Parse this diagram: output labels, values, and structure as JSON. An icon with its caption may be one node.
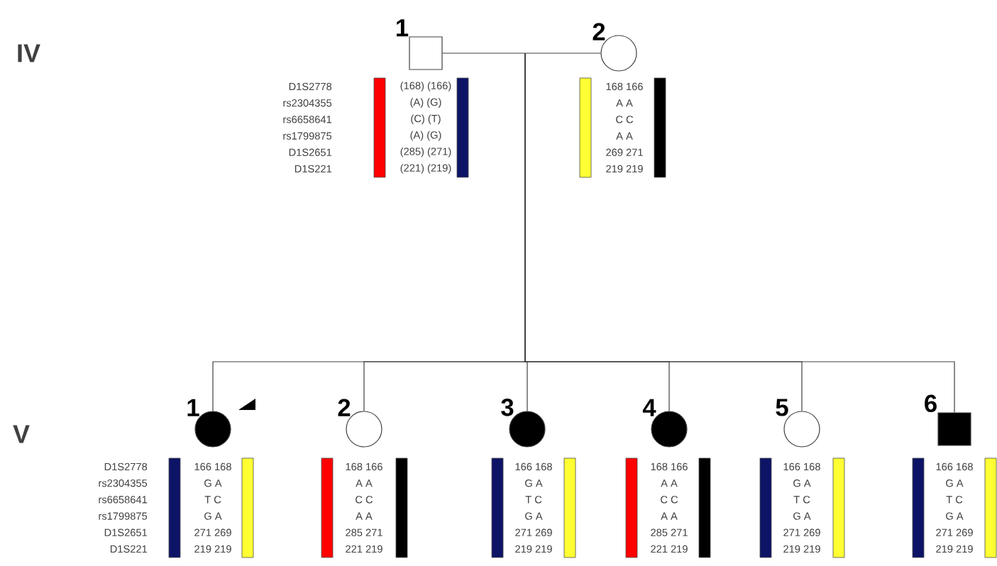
{
  "diagram": {
    "nodes": [
      {
        "text": [
          "1"
        ],
        "beside": [
          "(168) (166)",
          "(A) (G)",
          "(C) (T)",
          "(A) (G)",
          "(285) (271)",
          "(221) (219)"
        ]
      },
      {
        "text": [
          "2"
        ],
        "beside": [
          "168 166",
          "A A",
          "C C",
          "A A",
          "269 271",
          "219 219"
        ]
      },
      {
        "text": [
          "1"
        ],
        "beside": [
          "166 168",
          "G A",
          "T C",
          "G A",
          "271 269",
          "219 219"
        ]
      },
      {
        "text": [
          "2"
        ],
        "beside": [
          "168 166",
          "A A",
          "C C",
          "A A",
          "285 271",
          "221 219"
        ]
      },
      {
        "text": [
          "3"
        ],
        "beside": [
          "166 168",
          "G A",
          "T C",
          "G A",
          "271 269",
          "219 219"
        ]
      },
      {
        "text": [
          "4"
        ],
        "beside": [
          "168 166",
          "A A",
          "C C",
          "A A",
          "285 271",
          "221 219"
        ]
      },
      {
        "text": [
          "5"
        ],
        "beside": [
          "166 168",
          "G A",
          "T C",
          "G A",
          "271 269",
          "219 219"
        ]
      },
      {
        "text": [
          "6"
        ],
        "beside": [
          "166 168",
          "G A",
          "T C",
          "G A",
          "271 269",
          "219 219"
        ]
      },
      {
        "text": [],
        "shape": "bar"
      },
      {
        "text": [],
        "shape": "bar"
      },
      {
        "text": [],
        "shape": "bar"
      },
      {
        "text": [],
        "shape": "bar"
      },
      {
        "text": [],
        "shape": "bar"
      },
      {
        "text": [],
        "shape": "bar"
      },
      {
        "text": [],
        "shape": "bar"
      },
      {
        "text": [],
        "shape": "bar"
      },
      {
        "text": [],
        "shape": "bar"
      },
      {
        "text": [],
        "shape": "bar"
      },
      {
        "text": [],
        "shape": "bar"
      },
      {
        "text": [],
        "shape": "bar"
      },
      {
        "text": [],
        "shape": "bar"
      },
      {
        "text": [],
        "shape": "bar"
      },
      {
        "text": [],
        "shape": "bar"
      },
      {
        "text": [],
        "shape": "bar"
      }
    ],
    "edges": [
      {
        "from": 0,
        "to": 1,
        "arrow": "none"
      },
      {
        "from": null,
        "to": 2,
        "arrow": "none"
      },
      {
        "from": null,
        "to": 3,
        "arrow": "none"
      },
      {
        "from": null,
        "to": 4,
        "arrow": "none"
      },
      {
        "from": null,
        "to": 5,
        "arrow": "none"
      },
      {
        "from": null,
        "to": 6,
        "arrow": "none"
      },
      {
        "from": null,
        "to": 7,
        "arrow": "none"
      }
    ],
    "labels": [
      "IV",
      "D1S2778",
      "rs2304355",
      "rs6658641",
      "rs1799875",
      "D1S2651",
      "D1S221",
      "V",
      "D1S2778",
      "rs2304355",
      "rs6658641",
      "rs1799875",
      "D1S2651",
      "D1S221"
    ]
  }
}
